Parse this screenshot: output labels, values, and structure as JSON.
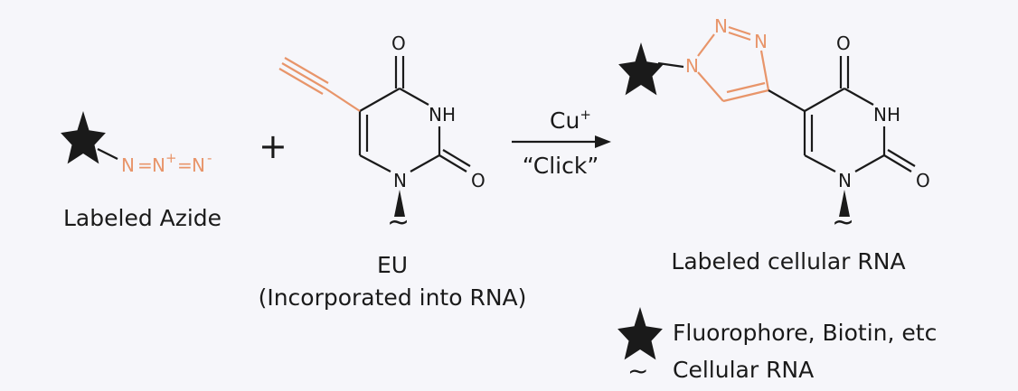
{
  "colors": {
    "ink": "#1a1a1a",
    "azide": "#e8956a",
    "background": "#f6f6fa"
  },
  "icons": {
    "label": "star-icon",
    "rna": "tilde-icon"
  },
  "azide": {
    "n1": "N",
    "eq1": "=",
    "n2": "N",
    "n2_charge": "+",
    "eq2": "=",
    "n3": "N",
    "n3_charge": "-",
    "caption": "Labeled Azide"
  },
  "plus": "+",
  "eu": {
    "o_top": "O",
    "nh": "NH",
    "o_right": "O",
    "n1": "N",
    "tilde": "~",
    "caption_line1": "EU",
    "caption_line2": "(Incorporated into RNA)"
  },
  "reaction": {
    "catalyst": "Cu",
    "catalyst_charge": "+",
    "label": "“Click”"
  },
  "product": {
    "triazole_n1": "N",
    "triazole_n2": "N",
    "triazole_n3": "N",
    "o_top": "O",
    "nh": "NH",
    "o_right": "O",
    "n1": "N",
    "tilde": "~",
    "caption": "Labeled cellular RNA"
  },
  "legend": {
    "items": [
      {
        "symbol": "star",
        "text": "Fluorophore, Biotin, etc"
      },
      {
        "symbol": "~",
        "text": "Cellular RNA"
      }
    ]
  }
}
